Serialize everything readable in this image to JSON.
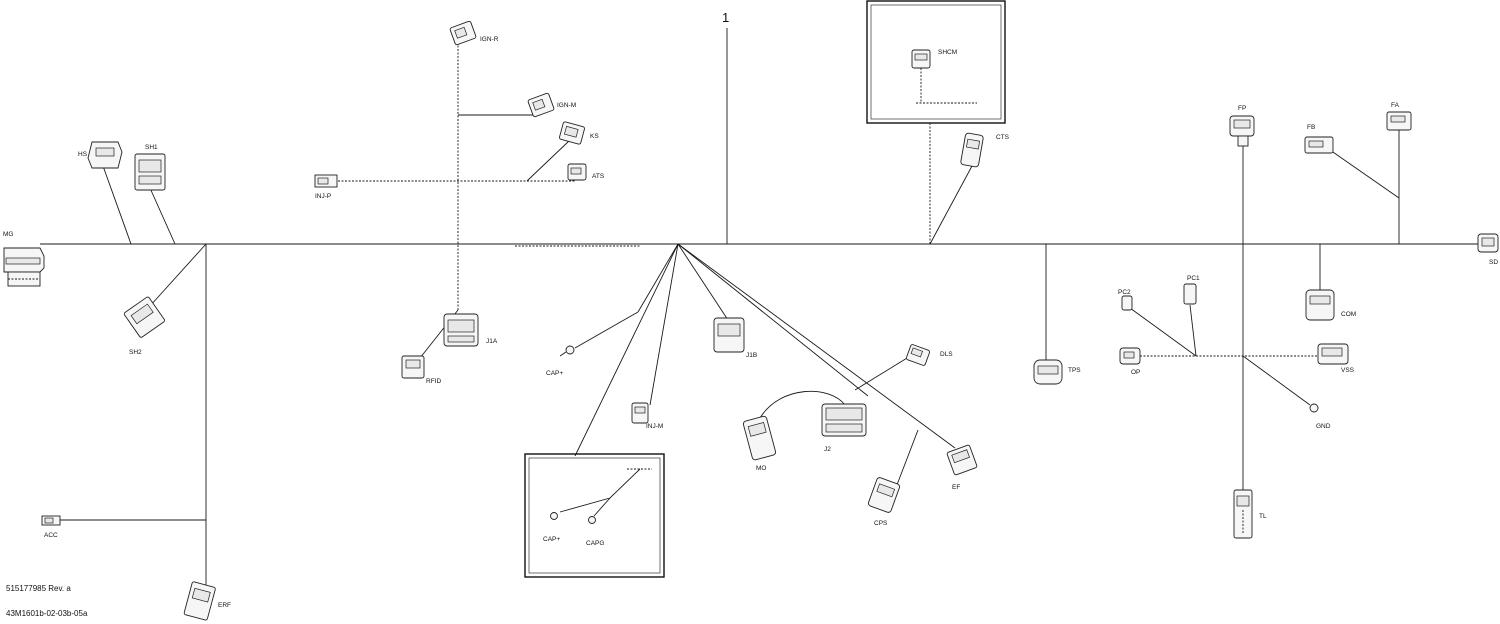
{
  "diagram": {
    "callout": "1",
    "doc_number": "515177985 Rev. a",
    "image_ref": "43M1601b-02-03b-05a",
    "labels": {
      "mg": "MG",
      "hs": "HS",
      "sh1": "SH1",
      "sh2": "SH2",
      "ign_r": "IGN-R",
      "ign_m": "IGN-M",
      "ks": "KS",
      "ats": "ATS",
      "inj_p": "INJ-P",
      "rfid": "RFID",
      "j1a": "J1A",
      "cap_plus": "CAP+",
      "inj_m": "INJ-M",
      "j1b": "J1B",
      "mo": "MO",
      "j2": "J2",
      "dls": "DLS",
      "cps": "CPS",
      "ef": "EF",
      "shcm": "SHCM",
      "cts": "CTS",
      "tps": "TPS",
      "fp": "FP",
      "fb": "FB",
      "fa": "FA",
      "sd": "SD",
      "pc2": "PC2",
      "pc1": "PC1",
      "op": "OP",
      "com": "COM",
      "vss": "VSS",
      "gnd": "GND",
      "tl": "TL",
      "acc": "ACC",
      "erf": "ERF",
      "inset_cap_plus": "CAP+",
      "capg": "CAPG"
    }
  }
}
